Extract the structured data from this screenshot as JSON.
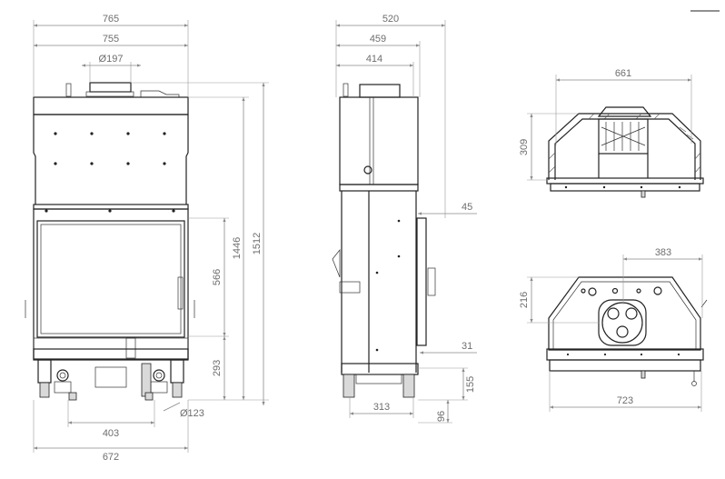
{
  "front_view": {
    "width_outer": "765",
    "width_body": "755",
    "flue_diameter": "Ø197",
    "height_body": "1446",
    "height_total": "1512",
    "glass_height": "566",
    "base_height": "293",
    "air_inlet_diameter": "Ø123",
    "inlet_spacing_inner": "403",
    "inlet_spacing_outer": "672"
  },
  "side_view": {
    "depth_total": "520",
    "depth_body": "459",
    "depth_top": "414",
    "door_offset": "45",
    "door_bottom_offset": "31",
    "inlet_height": "155",
    "leg_height": "96",
    "inlet_depth": "313"
  },
  "top_view": {
    "width": "661",
    "depth": "309"
  },
  "bottom_view": {
    "inlet_offset": "383",
    "depth": "216",
    "width": "723"
  },
  "colors": {
    "line": "#222222",
    "dimension": "#8a8a8a",
    "label": "#6e6e6e"
  }
}
